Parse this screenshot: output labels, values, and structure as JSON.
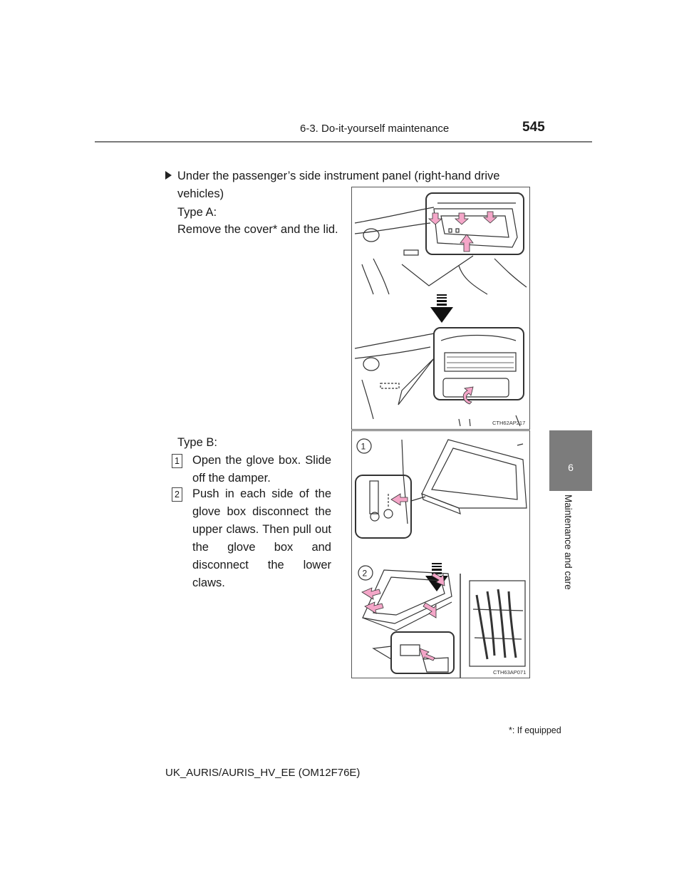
{
  "header": {
    "section": "6-3. Do-it-yourself maintenance",
    "page_number": "545"
  },
  "side_tab": {
    "number": "6",
    "label": "Maintenance and care"
  },
  "content": {
    "bullet_text": "Under the passenger’s side instrument panel (right-hand drive vehicles)",
    "type_a": {
      "label": "Type A:",
      "instruction": "Remove the cover* and the lid.",
      "figure_code": "CTH62AP217"
    },
    "type_b": {
      "label": "Type B:",
      "steps": [
        {
          "num": "1",
          "text": "Open the glove box. Slide off the damper."
        },
        {
          "num": "2",
          "text": "Push in each side of the glove box disconnect the upper claws. Then pull out the glove box and disconnect the lower claws."
        }
      ],
      "figure_code": "CTH63AP071",
      "figure_callouts": [
        "1",
        "2"
      ]
    }
  },
  "footnote": "*: If equipped",
  "footer": "UK_AURIS/AURIS_HV_EE (OM12F76E)",
  "colors": {
    "tab_grey": "#7c7c7c",
    "arrow_pink": "#f4a6c8",
    "rule_grey": "#7a7a7a"
  }
}
